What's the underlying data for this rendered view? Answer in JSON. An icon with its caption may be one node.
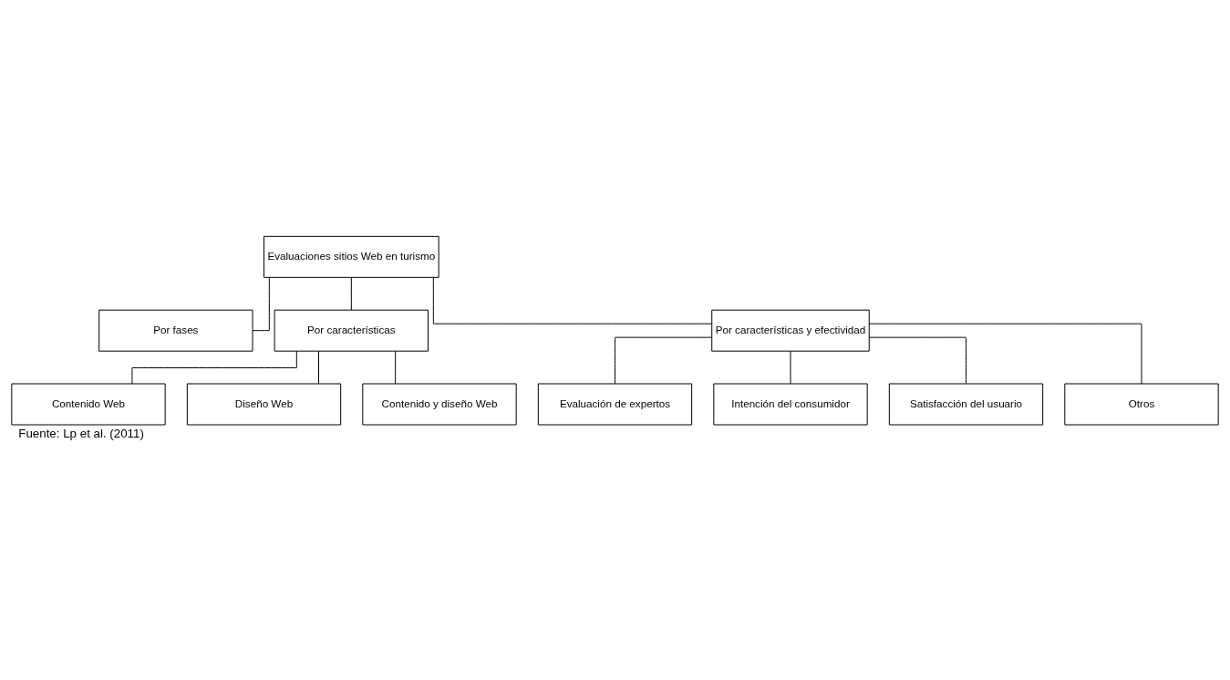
{
  "diagram": {
    "caption": "Fuente: Lp et al. (2011)",
    "nodes": [
      {
        "text": [
          "Evaluaciones sitios Web en turismo"
        ]
      },
      {
        "text": [
          "Por fases"
        ]
      },
      {
        "text": [
          "Por características"
        ]
      },
      {
        "text": [
          "Por características y efectividad"
        ]
      },
      {
        "text": [
          "Contenido Web"
        ]
      },
      {
        "text": [
          "Diseño Web"
        ]
      },
      {
        "text": [
          "Contenido y diseño Web"
        ]
      },
      {
        "text": [
          "Evaluación de expertos"
        ]
      },
      {
        "text": [
          "Intención del consumidor"
        ]
      },
      {
        "text": [
          "Satisfacción del usuario"
        ]
      },
      {
        "text": [
          "Otros"
        ]
      }
    ],
    "edges": [
      {
        "from": 0,
        "to": 1,
        "arrow": "none"
      },
      {
        "from": 0,
        "to": 2,
        "arrow": "none"
      },
      {
        "from": 0,
        "to": 3,
        "arrow": "none"
      },
      {
        "from": 2,
        "to": 4,
        "arrow": "none"
      },
      {
        "from": 2,
        "to": 5,
        "arrow": "none"
      },
      {
        "from": 2,
        "to": 6,
        "arrow": "none"
      },
      {
        "from": 3,
        "to": 7,
        "arrow": "none"
      },
      {
        "from": 3,
        "to": 8,
        "arrow": "none"
      },
      {
        "from": 3,
        "to": 9,
        "arrow": "none"
      },
      {
        "from": 3,
        "to": 10,
        "arrow": "none"
      }
    ]
  }
}
